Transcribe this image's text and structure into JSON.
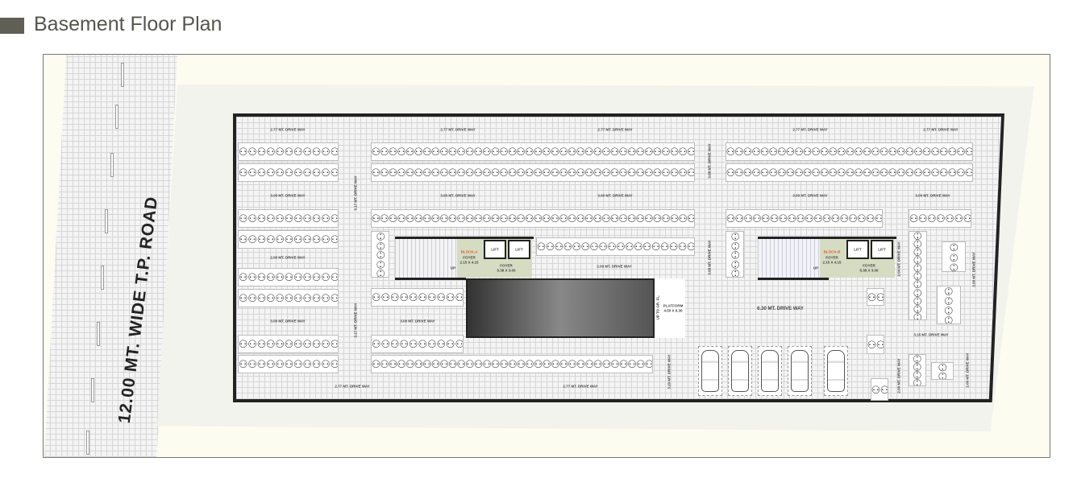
{
  "title": "Basement Floor Plan",
  "road_label": "12.00 MT. WIDE T.P. ROAD",
  "labels": [
    "2.77 MT. DRIVE WAY",
    "2.77 MT. DRIVE WAY",
    "2.77 MT. DRIVE WAY",
    "2.77 MT. DRIVE WAY",
    "2.77 MT. DRIVE WAY",
    "3.00 MT. DRIVE WAY",
    "3.00 MT. DRIVE WAY",
    "3.00 MT. DRIVE WAY",
    "3.00 MT. DRIVE WAY",
    "3.00 MT. DRIVE WAY",
    "2.00 MT. DRIVE WAY",
    "3.00 MT. DRIVE WAY",
    "3.00 MT. DRIVE WAY",
    "2.00 MT. DRIVE WAY",
    "2.77 MT. DRIVE WAY",
    "2.77 MT. DRIVE WAY",
    "6.30 MT. DRIVE WAY",
    "3.15 MT. DRIVE WAY",
    "3.17 MT. DRIVE WAY",
    "3.17 MT. DRIVE WAY",
    "3.08 MT. DRIVE WAY",
    "3.08 MT. DRIVE WAY",
    "3.20 MT. DRIVE WAY",
    "2.00 MT. DRIVE WAY",
    "2.00 MT. DRIVE WAY",
    "2.00 MT. DRIVE WAY",
    "2.00 MT. DRIVE WAY"
  ],
  "cores": [
    {
      "block": "BLOCK-A",
      "foyer1": "FOYER",
      "foyer1_size": "2.15 X 4.15",
      "lift": "LIFT",
      "foyer2": "FOYER",
      "foyer2_size": "5.38 X 3.00",
      "stair_up": "UP"
    },
    {
      "block": "BLOCK-B",
      "foyer1": "FOYER",
      "foyer1_size": "2.15 X 4.15",
      "lift": "LIFT",
      "foyer2": "FOYER",
      "foyer2_size": "5.38 X 3.00",
      "stair_up": "UP"
    }
  ],
  "platform": {
    "label": "PLATFORM",
    "size": "4.50 X 6.30",
    "ramp_note": "UP TO GR. FL."
  },
  "icons": {
    "bike": "motorcycle-parking-icon",
    "car": "car-parking-icon"
  },
  "colors": {
    "title_mark": "#5f5f55",
    "foyer": "#d5dcc2",
    "block_label": "#e05a2a"
  }
}
